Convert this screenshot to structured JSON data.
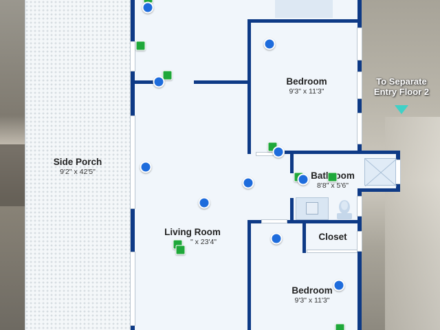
{
  "rooms": {
    "side_porch": {
      "name": "Side Porch",
      "dims": "9'2\" x 42'5\""
    },
    "bedroom_top": {
      "name": "Bedroom",
      "dims": "9'3\" x 11'3\""
    },
    "bathroom": {
      "name": "Bathroom",
      "dims": "8'8\" x 5'6\""
    },
    "living_room": {
      "name": "Living Room",
      "dims": "\" x 23'4\""
    },
    "closet": {
      "name": "Closet"
    },
    "bedroom_bottom": {
      "name": "Bedroom",
      "dims": "9'3\" x 11'3\""
    }
  },
  "link": {
    "line1": "To Separate",
    "line2": "Entry Floor 2"
  },
  "colors": {
    "wall": "#0e3a86",
    "floor": "#f1f6fb",
    "panorama_marker": "#1e6cdc",
    "photo_marker": "#1fa83a",
    "link_arrow": "#3fd1c7"
  },
  "icons": {
    "panorama_marker": "blue-circle",
    "photo_marker": "green-square",
    "link_arrow": "triangle-down"
  }
}
